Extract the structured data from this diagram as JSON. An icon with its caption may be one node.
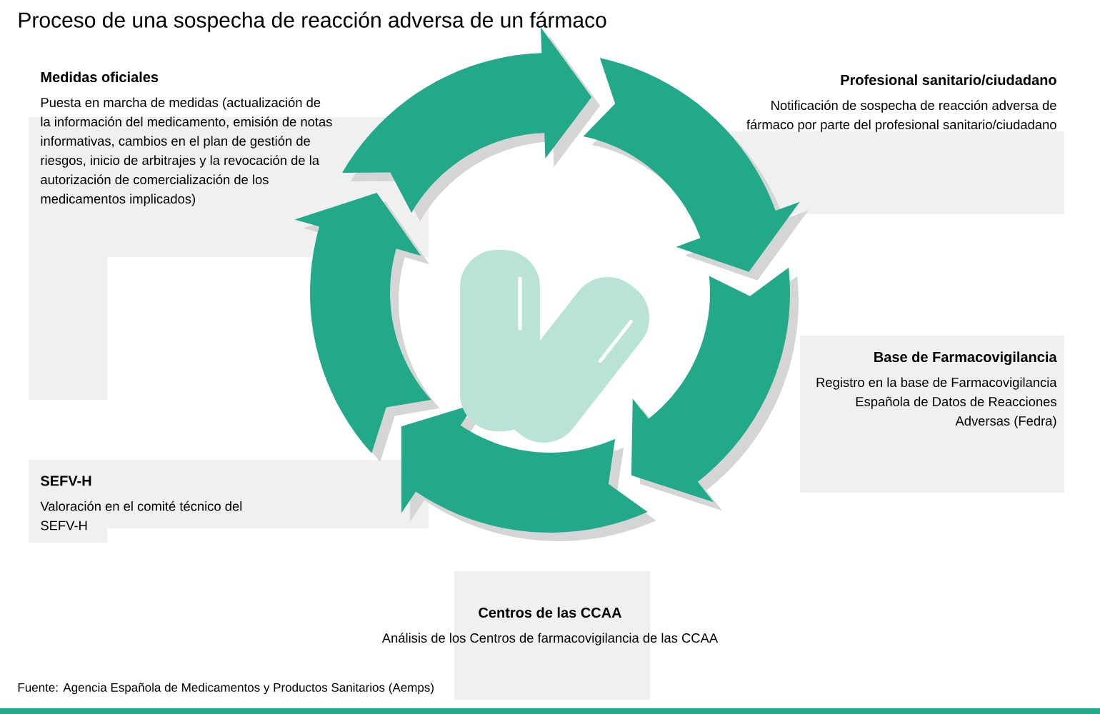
{
  "diagram": {
    "title": "Proceso de una sospecha de reacción adversa de un fármaco",
    "caption": "Fuente: Agencia Española de Medicamentos y Productos Sanitarios (Aemps)",
    "nodes": [
      {
        "text": [
          "Medidas oficiales",
          "Puesta en marcha de medidas (actualización de la información del medicamento, emisión de notas informativas, cambios en el plan de gestión de riesgos, inicio de arbitrajes y la revocación de la autorización de comercialización de los medicamentos implicados)"
        ]
      },
      {
        "text": [
          "Profesional sanitario/ciudadano",
          "Notificación de sospecha de reacción adversa de fármaco por parte del profesional sanitario/ciudadano"
        ]
      },
      {
        "text": [
          "Base de Farmacovigilancia",
          "Registro en la base de Farmacovigilancia Española de Datos de Reacciones Adversas (Fedra)"
        ]
      },
      {
        "text": [
          "SEFV-H",
          "Valoración en el comité técnico del SEFV-H"
        ]
      },
      {
        "text": [
          "Centros de las CCAA",
          "Análisis de los Centros de farmacovigilancia de las CCAA"
        ]
      }
    ]
  }
}
